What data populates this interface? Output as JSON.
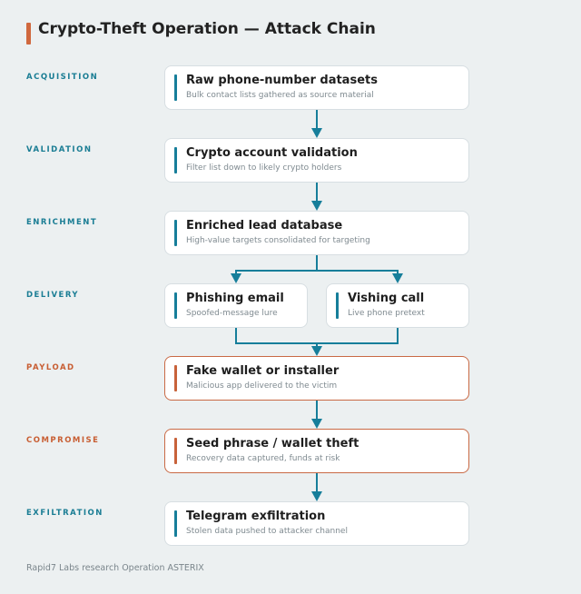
{
  "title": "Crypto-Theft Operation — Attack Chain",
  "stages": {
    "acquisition": "ACQUISITION",
    "validation": "VALIDATION",
    "enrichment": "ENRICHMENT",
    "delivery": "DELIVERY",
    "payload": "PAYLOAD",
    "compromise": "COMPROMISE",
    "exfiltration": "EXFILTRATION"
  },
  "nodes": {
    "raw_datasets": {
      "title": "Raw phone-number datasets",
      "desc": "Bulk contact lists gathered as source material"
    },
    "validation": {
      "title": "Crypto account validation",
      "desc": "Filter list down to likely crypto holders"
    },
    "enriched_db": {
      "title": "Enriched lead database",
      "desc": "High-value targets consolidated for targeting"
    },
    "phishing_email": {
      "title": "Phishing email",
      "desc": "Spoofed-message lure"
    },
    "vishing_call": {
      "title": "Vishing call",
      "desc": "Live phone pretext"
    },
    "fake_wallet": {
      "title": "Fake wallet or installer",
      "desc": "Malicious app delivered to the victim"
    },
    "seed_theft": {
      "title": "Seed phrase / wallet theft",
      "desc": "Recovery data captured, funds at risk"
    },
    "telegram_exfil": {
      "title": "Telegram exfiltration",
      "desc": "Stolen data pushed to attacker channel"
    }
  },
  "colors": {
    "accent_teal": "#167e9a",
    "accent_orange": "#c8623a",
    "background": "#ecf0f1"
  },
  "footer": "Rapid7 Labs research Operation ASTERIX"
}
